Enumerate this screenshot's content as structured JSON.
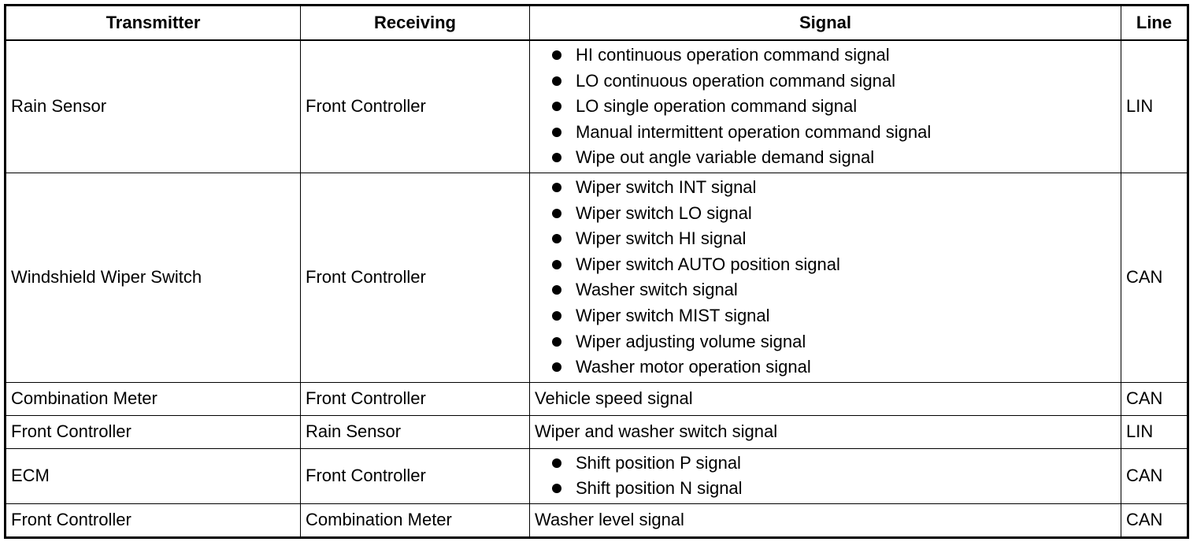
{
  "headers": {
    "transmitter": "Transmitter",
    "receiving": "Receiving",
    "signal": "Signal",
    "line": "Line"
  },
  "rows": [
    {
      "transmitter": "Rain Sensor",
      "receiving": "Front Controller",
      "signals": [
        "HI continuous operation command signal",
        "LO continuous operation command signal",
        "LO single operation command signal",
        "Manual intermittent operation command signal",
        "Wipe out angle variable demand signal"
      ],
      "line": "LIN"
    },
    {
      "transmitter": "Windshield Wiper Switch",
      "receiving": "Front Controller",
      "signals": [
        "Wiper switch INT signal",
        "Wiper switch LO signal",
        "Wiper switch HI signal",
        "Wiper switch AUTO position signal",
        "Washer switch signal",
        "Wiper switch MIST signal",
        "Wiper adjusting volume signal",
        "Washer motor operation signal"
      ],
      "line": "CAN"
    },
    {
      "transmitter": "Combination Meter",
      "receiving": "Front Controller",
      "signal": "Vehicle speed signal",
      "line": "CAN"
    },
    {
      "transmitter": "Front Controller",
      "receiving": "Rain Sensor",
      "signal": "Wiper and washer switch signal",
      "line": "LIN"
    },
    {
      "transmitter": "ECM",
      "receiving": "Front Controller",
      "signals": [
        "Shift position P signal",
        "Shift position N signal"
      ],
      "line": "CAN"
    },
    {
      "transmitter": "Front Controller",
      "receiving": "Combination Meter",
      "signal": "Washer level signal",
      "line": "CAN"
    }
  ]
}
